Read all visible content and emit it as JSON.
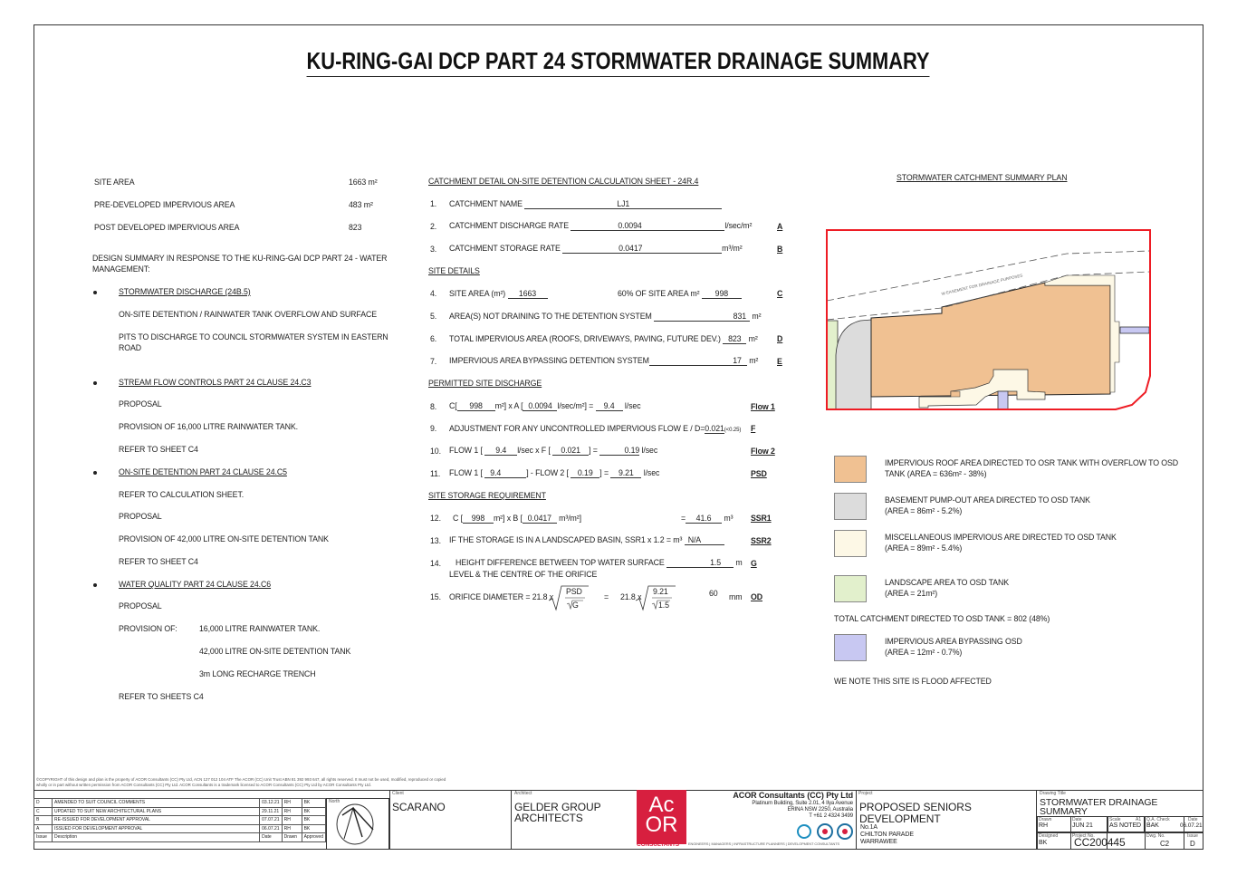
{
  "title": "KU-RING-GAI DCP PART 24 STORMWATER DRAINAGE SUMMARY",
  "site": {
    "rows": [
      {
        "label": "SITE AREA",
        "value": "1663 m²"
      },
      {
        "label": "PRE-DEVELOPED IMPERVIOUS AREA",
        "value": "483  m²"
      },
      {
        "label": "POST DEVELOPED IMPERVIOUS AREA",
        "value": "823"
      }
    ],
    "design_summary_l1": "DESIGN SUMMARY IN RESPONSE TO THE KU-RING-GAI DCP PART 24 - WATER",
    "design_summary_l2": "MANAGEMENT:"
  },
  "summary": {
    "s1_head": "STORMWATER DISCHARGE (24B.5)",
    "s1_l1": "ON-SITE DETENTION / RAINWATER TANK OVERFLOW AND SURFACE",
    "s1_l2": "PITS TO DISCHARGE TO COUNCIL STORMWATER SYSTEM IN EASTERN",
    "s1_l3": "ROAD",
    "s2_head": "STREAM FLOW CONTROLS PART 24 CLAUSE 24.C3",
    "s2_l1": "PROPOSAL",
    "s2_l2": "PROVISION OF 16,000 LITRE RAINWATER TANK.",
    "s2_l3": "REFER TO SHEET C4",
    "s3_head": "ON-SITE DETENTION PART 24 CLAUSE 24.C5",
    "s3_l1": "REFER TO CALCULATION SHEET.",
    "s3_l2": "PROPOSAL",
    "s3_l3": "PROVISION OF 42,000 LITRE ON-SITE DETENTION TANK",
    "s3_l4": "REFER TO SHEET C4",
    "s4_head": "WATER QUALITY PART 24 CLAUSE 24.C6",
    "s4_l1": "PROPOSAL",
    "s4_l2": "PROVISION OF:",
    "s4_l3": "16,000 LITRE RAINWATER TANK.",
    "s4_l4": "42,000 LITRE ON-SITE DETENTION TANK",
    "s4_l5": "3m LONG RECHARGE TRENCH",
    "s4_l6": "REFER TO SHEETS C4"
  },
  "calc": {
    "head": "CATCHMENT DETAIL ON-SITE DETENTION CALCULATION SHEET - 24R.4",
    "r1": {
      "n": "1.",
      "label": "CATCHMENT NAME",
      "value": "LJ1"
    },
    "r2": {
      "n": "2.",
      "label": "CATCHMENT DISCHARGE RATE",
      "value": "0.0094",
      "unit": "l/sec/m²",
      "code": "A"
    },
    "r3": {
      "n": "3.",
      "label": "CATCHMENT STORAGE RATE",
      "value": "0.0417",
      "unit": "m³/m²",
      "code": "B"
    },
    "site_head": "SITE DETAILS",
    "r4": {
      "n": "4.",
      "label": "SITE AREA (m²)",
      "value": "1663",
      "label2": "60% OF SITE AREA m²",
      "value2": "998",
      "code": "C"
    },
    "r5": {
      "n": "5.",
      "label": "AREA(S) NOT DRAINING TO THE DETENTION SYSTEM",
      "value": "831",
      "unit": "m²"
    },
    "r6": {
      "n": "6.",
      "label": "TOTAL IMPERVIOUS AREA (ROOFS, DRIVEWAYS, PAVING, FUTURE DEV.)",
      "value": "823",
      "unit": "m²",
      "code": "D"
    },
    "r7": {
      "n": "7.",
      "label": "IMPERVIOUS AREA BYPASSING DETENTION SYSTEM",
      "value": "17",
      "unit": "m²",
      "code": "E"
    },
    "psd_head": "PERMITTED SITE DISCHARGE",
    "r8": {
      "n": "8.",
      "a": "C[",
      "v1": "998",
      "b": "m²] x  A [",
      "v2": "0.0094",
      "c": "l/sec/m²] =",
      "v3": "9.4",
      "d": "l/sec",
      "code": "Flow 1"
    },
    "r9": {
      "n": "9.",
      "label": "ADJUSTMENT FOR ANY UNCONTROLLED IMPERVIOUS FLOW E / D=",
      "value": "0.021",
      "note": "(<0.25)",
      "code": "F"
    },
    "r10": {
      "n": "10.",
      "a": "FLOW 1 [",
      "v1": "9.4",
      "b": "l/sec x F [",
      "v2": "0.021",
      "c": "] =",
      "v3": "0.19",
      "d": "l/sec",
      "code": "Flow 2"
    },
    "r11": {
      "n": "11.",
      "a": "FLOW 1 [",
      "v1": "9.4",
      "b": "] - FLOW 2 [",
      "v2": "0.19",
      "c": "] =",
      "v3": "9.21",
      "d": "l/sec",
      "code": "PSD"
    },
    "ssr_head": "SITE STORAGE REQUIREMENT",
    "r12": {
      "n": "12.",
      "a": "C [",
      "v1": "998",
      "b": "m²] x B [",
      "v2": "0.0417",
      "c": "m³/m²]",
      "eq": "=",
      "v3": "41.6",
      "d": "m³",
      "code": "SSR1"
    },
    "r13": {
      "n": "13.",
      "label": "IF THE STORAGE IS IN A LANDSCAPED BASIN, SSR1 x 1.2 =   m³",
      "value": "N/A",
      "code": "SSR2"
    },
    "r14": {
      "n": "14.",
      "label": "HEIGHT DIFFERENCE BETWEEN TOP WATER SURFACE",
      "label2": "LEVEL & THE CENTRE OF THE ORIFICE",
      "value": "1.5",
      "unit": "m",
      "code": "G"
    },
    "r15": {
      "n": "15.",
      "label": "ORIFICE DIAMETER  = 21.8 x",
      "num": "PSD",
      "den": "G",
      "eq": "=",
      "k": "21.8 x",
      "num2": "9.21",
      "den2": "1.5",
      "value": "60",
      "unit": "mm",
      "code": "OD"
    }
  },
  "plan": {
    "title": "STORMWATER CATCHMENT SUMMARY PLAN",
    "easement": "W EASEMENT FOR DRAINAGE PURPOSES",
    "colors": {
      "boundary": "#ee1c24",
      "roof": "#f0c192",
      "basement": "#dcdcdc",
      "misc": "#fdf8e6",
      "landscape": "#e2f0cc",
      "bypass": "#c8c8f2"
    }
  },
  "legend": [
    {
      "l1": "IMPERVIOUS ROOF AREA DIRECTED TO OSR TANK WITH OVERFLOW TO OSD",
      "l2": "TANK  (AREA = 636m² - 38%)"
    },
    {
      "l1": "BASEMENT PUMP-OUT AREA DIRECTED  TO OSD TANK",
      "l2": "(AREA = 86m² - 5.2%)"
    },
    {
      "l1": "MISCELLANEOUS IMPERVIOUS ARE DIRECTED TO OSD TANK",
      "l2": "(AREA = 89m² - 5.4%)"
    },
    {
      "l1": "LANDSCAPE AREA TO OSD TANK",
      "l2": "(AREA = 21m²)"
    },
    {
      "l1": "IMPERVIOUS AREA BYPASSING OSD",
      "l2": "(AREA = 12m² - 0.7%)"
    }
  ],
  "total_note": "TOTAL CATCHMENT DIRECTED TO OSD TANK = 802 (48%)",
  "flood_note": "WE NOTE THIS SITE IS FLOOD AFFECTED",
  "titleblock": {
    "copyright": "©COPYRIGHT of this design and plan is the property of ACOR Consultants (CC) Pty Ltd, ACN 127 012 104 ATF The ACOR (CC) Unit Trust ABN 81 392 993 647, all rights reserved. It must not be used, modified, reproduced or copied wholly or in part without written permission from ACOR Consultants (CC) Pty Ltd. ACOR Consultants is a trademark licensed to ACOR Consultants (CC) Pty Ltd by ACOR Consultants Pty Ltd.",
    "revisions": [
      {
        "issue": "D",
        "desc": "AMENDED TO SUIT COUNCIL COMMENTS",
        "date": "03.12.21",
        "drawn": "RH",
        "approved": "BK"
      },
      {
        "issue": "C",
        "desc": "UPDATED TO SUIT NEW ARCHITECTURAL PLANS",
        "date": "29.11.21",
        "drawn": "RH",
        "approved": "BK"
      },
      {
        "issue": "B",
        "desc": "RE-ISSUED FOR DEVELOPMENT APPROVAL",
        "date": "07.07.21",
        "drawn": "RH",
        "approved": "BK"
      },
      {
        "issue": "A",
        "desc": "ISSUED FOR DEVELOPMENT APPROVAL",
        "date": "06.07.21",
        "drawn": "RH",
        "approved": "BK"
      }
    ],
    "rev_headers": {
      "issue": "Issue",
      "desc": "Description",
      "date": "Date",
      "drawn": "Drawn",
      "approved": "Approved"
    },
    "north": "North",
    "client_label": "Client",
    "client": "SCARANO",
    "architect_label": "Architect",
    "architect_l1": "GELDER GROUP",
    "architect_l2": "ARCHITECTS",
    "logo_top": "Ac",
    "logo_bottom": "OR",
    "logo_word": "CONSULTANTS",
    "brand_color": "#d71f3f",
    "company": "ACOR Consultants (CC) Pty Ltd",
    "addr1": "Platinum Building, Suite 2.01, 4 Ilya Avenue",
    "addr2": "ERINA NSW 2250, Australia",
    "phone": "T +61 2 4324 3499",
    "services": "ENGINEERS | MANAGERS | INFRASTRUCTURE PLANNERS | DEVELOPMENT CONSULTANTS",
    "project_label": "Project",
    "project_l1": "PROPOSED SENIORS",
    "project_l2": "DEVELOPMENT",
    "addr_l1": "No.1A",
    "addr_l2": "CHILTON PARADE",
    "addr_l3": "WARRAWEE",
    "dt_label": "Drawing Title",
    "dt_l1": "STORMWATER DRAINAGE",
    "dt_l2": "SUMMARY",
    "drawn_label": "Drawn",
    "drawn": "RH",
    "date_label": "Date",
    "date": "JUN 21",
    "scale_label": "Scale",
    "scale_size": "A1",
    "scale": "AS NOTED",
    "qa_label": "Q.A. Check",
    "qa": "BAK",
    "qadate_label": "Date",
    "qadate": "06.07.21",
    "designed_label": "Designed",
    "designed": "BK",
    "projno_label": "Project No.",
    "projno": "CC200445",
    "dwg_label": "Dwg. No.",
    "dwg": "C2",
    "issue_label": "Issue",
    "issue": "D"
  }
}
